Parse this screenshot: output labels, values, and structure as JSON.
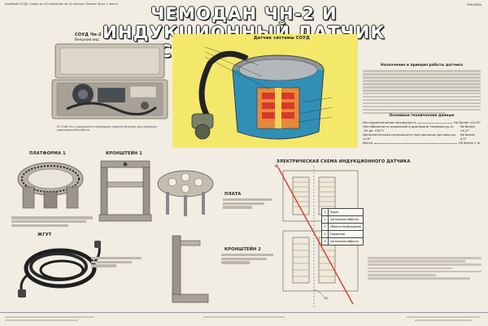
{
  "header": {
    "top_left": "Учебный ОСУД. Серия из 10 плакатов на 10 листах. Плакат № из 1 листа",
    "top_right": "РЕКЛАМА",
    "title_line1": "ЧЕМОДАН ЧН-2 И ИНДУКЦИОННЫЙ ДАТЧИК",
    "title_line2": "СИСТЕМЫ СОУД"
  },
  "sections": {
    "suitcase_title": "СОУД Чн-2",
    "suitcase_subtitle": "Внешний вид",
    "suitcase_caption": "В СОУД Чн-2 содержится следующее приспособление для проверки девиационной работы",
    "platform_label": "ПЛАТФОРМА 1",
    "bracket1_label": "КРОНШТЕЙН 1",
    "plate_label": "ПЛАТА",
    "bracket2_label": "КРОНШТЕЙН 2",
    "cable_label": "ЖГУТ",
    "sensor_label": "Датчик системы СОУД",
    "purpose_heading": "Назначение и принцип работы датчика",
    "specs_heading": "Основные технические данные",
    "schematic_heading": "ЭЛЕКТРИЧЕСКАЯ СХЕМА ИНДУКЦИОННОГО ДАТЧИКА"
  },
  "specs": [
    {
      "label": "Инструментальная погрешность",
      "value": "Не более ±0,25°"
    },
    {
      "label": "Нестабильность показаний в диапазоне температур от -30 до +50°С",
      "value": "Не более ±0,5°"
    },
    {
      "label": "Дополнительная погрешность при наклонах датчика до ±10°",
      "value": "Не более 0,5°"
    },
    {
      "label": "Масса",
      "value": "Не более 1 кг"
    }
  ],
  "legend": [
    {
      "n": "1",
      "t": "Экран"
    },
    {
      "n": "2",
      "t": "Сигнальная обмотка"
    },
    {
      "n": "3",
      "t": "Обмотка возбуждения"
    },
    {
      "n": "4",
      "t": "Сердечник"
    },
    {
      "n": "5",
      "t": "Сигнальная обмотка"
    }
  ],
  "schematic_labels": {
    "axis_label": "Ф",
    "angle_label": "α"
  },
  "colors": {
    "background": "#f1ede3",
    "yellow_panel": "#f4e86a",
    "sensor_blue": "#2f8fb7",
    "coil_red": "#d63a2a",
    "coil_orange": "#e8893a",
    "metal_gray": "#8f9497",
    "title_fill": "#ffffff"
  }
}
